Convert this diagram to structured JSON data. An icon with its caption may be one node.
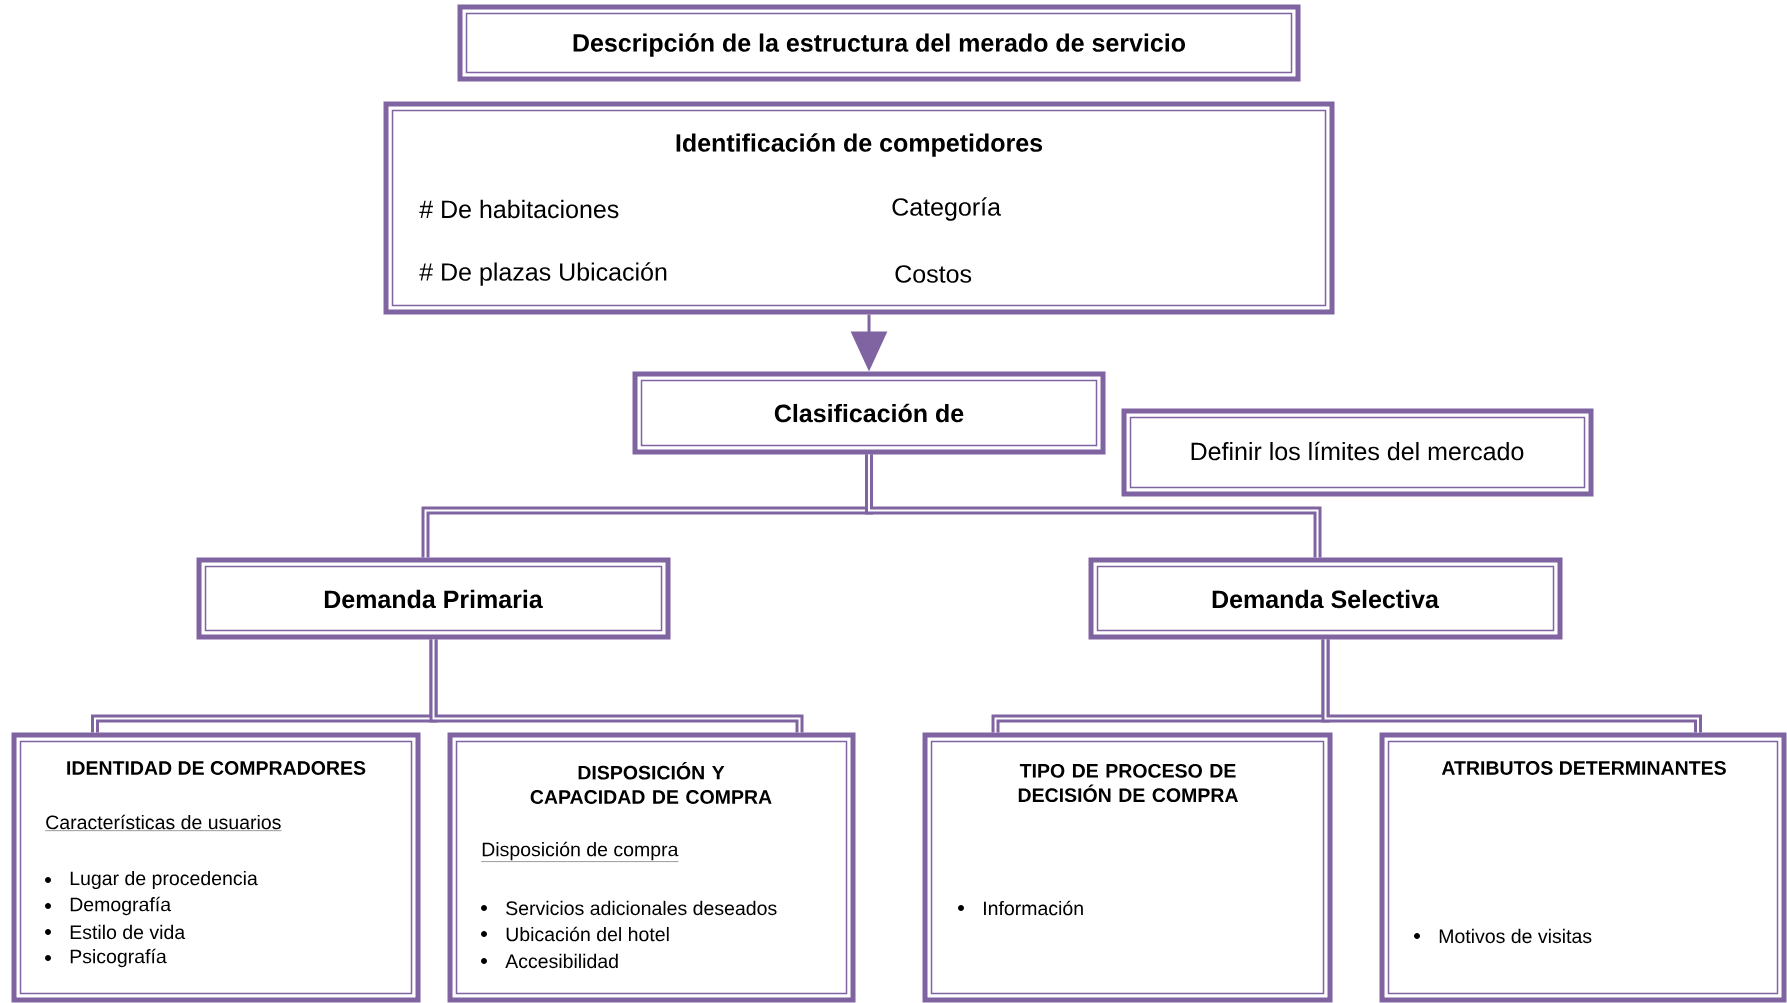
{
  "diagram": {
    "nodes": [
      {
        "text": [
          "Descripción de la estructura del merado de servicio"
        ]
      },
      {
        "text": [
          "Identificación de competidores",
          "# De habitaciones",
          "Categoría",
          "# De plazas Ubicación",
          "Costos"
        ]
      },
      {
        "text": [
          "Clasificación de"
        ]
      },
      {
        "text": [
          "Definir los límites del mercado"
        ]
      },
      {
        "text": [
          "Demanda Primaria"
        ]
      },
      {
        "text": [
          "Demanda Selectiva"
        ]
      },
      {
        "text": [
          "IDENTIDAD DE COMPRADORES",
          "Características de usuarios",
          "Lugar de procedencia",
          "Demografía",
          "Estilo de vida",
          "Psicografía"
        ]
      },
      {
        "text": [
          "DISPOSICIÓN Y CAPACIDAD DE COMPRA",
          "Disposición de compra",
          "Servicios adicionales deseados",
          "Ubicación del hotel",
          "Accesibilidad"
        ]
      },
      {
        "text": [
          "TIPO DE PROCESO DE DECISIÓN DE COMPRA",
          "Información"
        ]
      },
      {
        "text": [
          "ATRIBUTOS DETERMINANTES",
          "Motivos de visitas"
        ]
      }
    ],
    "edges": [
      {
        "from": 1,
        "to": 2,
        "arrow": "to"
      },
      {
        "from": 2,
        "to": 4,
        "arrow": "none"
      },
      {
        "from": 2,
        "to": 5,
        "arrow": "none"
      },
      {
        "from": 4,
        "to": 6,
        "arrow": "none"
      },
      {
        "from": 4,
        "to": 7,
        "arrow": "none"
      },
      {
        "from": 5,
        "to": 8,
        "arrow": "none"
      },
      {
        "from": 5,
        "to": 9,
        "arrow": "none"
      }
    ]
  }
}
